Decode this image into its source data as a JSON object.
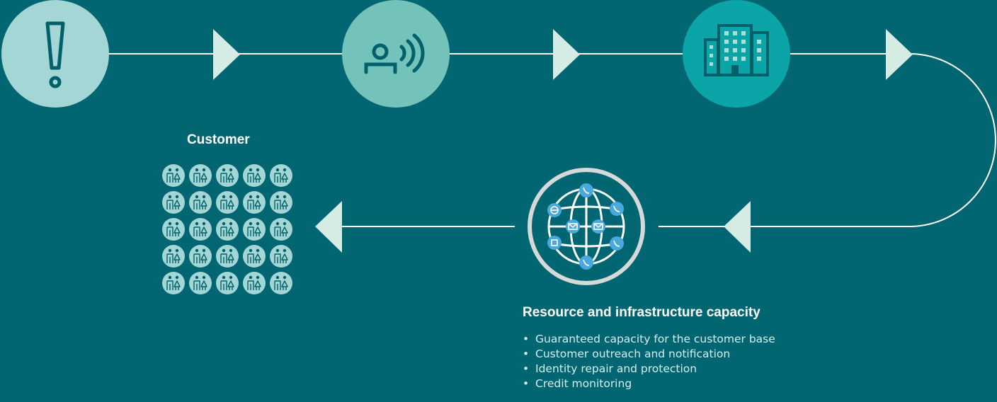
{
  "colors": {
    "background": "#026672",
    "node_alert": "#a3d6d4",
    "node_contact": "#73c3ba",
    "node_building": "#0ba5a7",
    "arrow": "#d5ece5",
    "line": "#ffffff",
    "icon_dark": "#02606a"
  },
  "nodes": [
    {
      "id": "alert",
      "icon": "exclamation-icon"
    },
    {
      "id": "contact",
      "icon": "person-broadcast-icon"
    },
    {
      "id": "organization",
      "icon": "building-icon"
    },
    {
      "id": "network",
      "icon": "globe-network-icon"
    }
  ],
  "customer": {
    "title": "Customer",
    "grid_rows": 5,
    "grid_cols": 5,
    "icon": "people-icon"
  },
  "resource": {
    "title": "Resource and infrastructure capacity",
    "items": [
      "Guaranteed capacity for the customer base",
      "Customer outreach and notification",
      "Identity repair and protection",
      "Credit monitoring"
    ]
  }
}
